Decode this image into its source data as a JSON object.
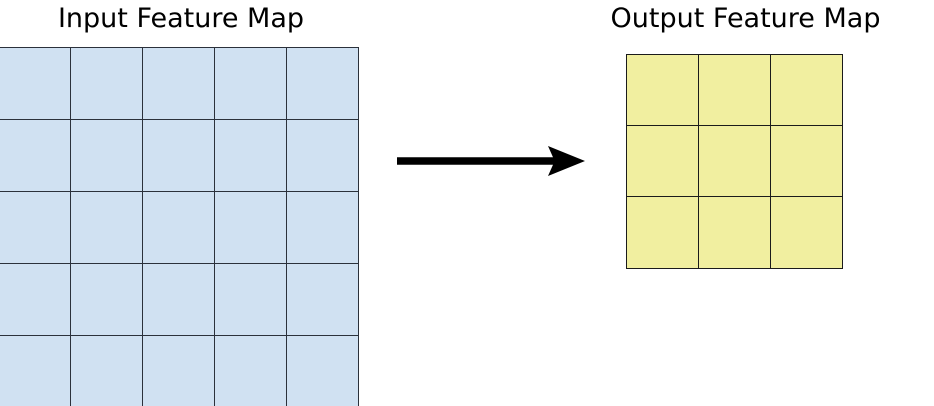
{
  "figure": {
    "title": "",
    "background_color": "#ffffff"
  },
  "diagram": {
    "type": "feature-map-transformation",
    "input": {
      "title": "Input Feature Map",
      "rows": 5,
      "cols": 5,
      "cell_fill_color": "#d0e1f2",
      "cell_border_color": "#2b313b",
      "cells": [
        [
          "",
          "",
          "",
          "",
          ""
        ],
        [
          "",
          "",
          "",
          "",
          ""
        ],
        [
          "",
          "",
          "",
          "",
          ""
        ],
        [
          "",
          "",
          "",
          "",
          ""
        ],
        [
          "",
          "",
          "",
          "",
          ""
        ]
      ]
    },
    "output": {
      "title": "Output Feature Map",
      "rows": 3,
      "cols": 3,
      "cell_fill_color": "#f1efa0",
      "cell_border_color": "#1b1b1b",
      "cells": [
        [
          "",
          "",
          ""
        ],
        [
          "",
          "",
          ""
        ],
        [
          "",
          "",
          ""
        ]
      ]
    },
    "connector": {
      "icon": "right-arrow-icon",
      "direction": "right",
      "color": "#000000",
      "label": ""
    }
  }
}
